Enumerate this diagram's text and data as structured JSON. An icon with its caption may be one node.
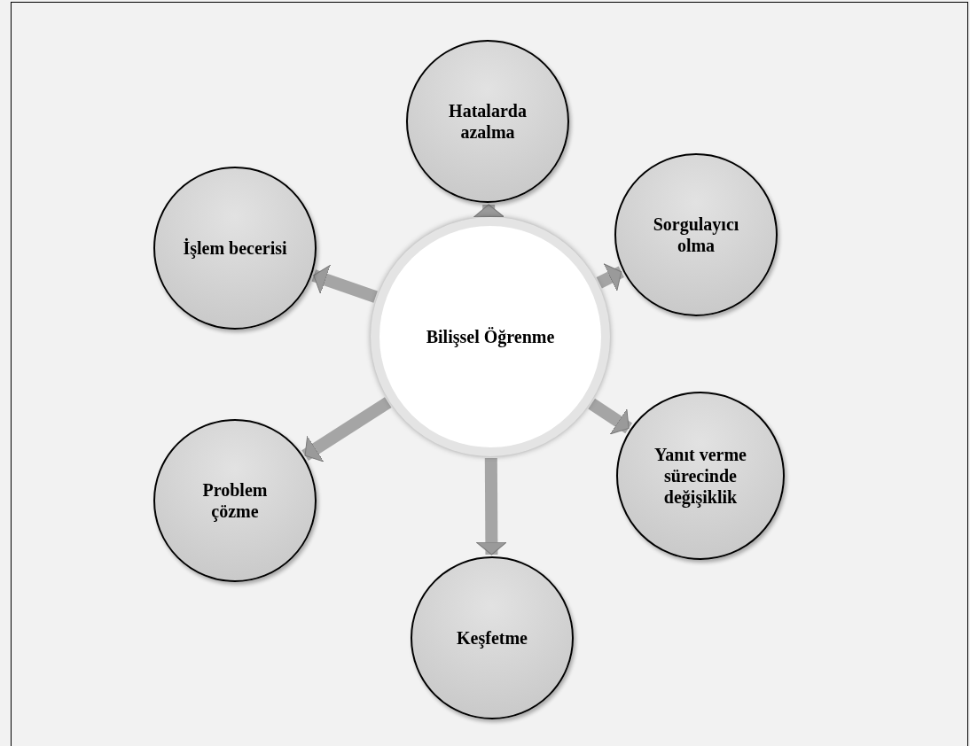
{
  "diagram": {
    "nodes": [
      {
        "text": [
          "Bilişsel Öğrenme"
        ]
      },
      {
        "text": [
          "Hatalarda azalma"
        ]
      },
      {
        "text": [
          "Sorgulayıcı olma"
        ]
      },
      {
        "text": [
          "Yanıt verme sürecinde değişiklik"
        ]
      },
      {
        "text": [
          "Keşfetme"
        ]
      },
      {
        "text": [
          "Problem çözme"
        ]
      },
      {
        "text": [
          "İşlem becerisi"
        ]
      }
    ],
    "edges": [
      {
        "from": 0,
        "to": 1,
        "arrow": "to"
      },
      {
        "from": 0,
        "to": 2,
        "arrow": "to"
      },
      {
        "from": 0,
        "to": 3,
        "arrow": "to"
      },
      {
        "from": 0,
        "to": 4,
        "arrow": "to"
      },
      {
        "from": 0,
        "to": 5,
        "arrow": "to"
      },
      {
        "from": 0,
        "to": 6,
        "arrow": "to"
      }
    ]
  }
}
